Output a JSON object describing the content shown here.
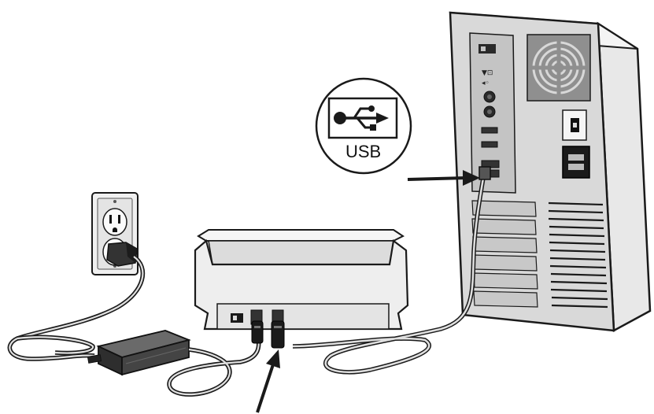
{
  "figure": {
    "usb_callout": {
      "label": "USB",
      "icon": "usb-trident-icon"
    },
    "components": {
      "wall_outlet": "wall-outlet",
      "power_adapter": "power-adapter",
      "scanner": "scanner",
      "computer": "computer-tower"
    },
    "arrows": [
      "arrow-to-usb-port",
      "arrow-to-scanner-usb-port"
    ],
    "colors": {
      "outline": "#1a1a1a",
      "tower_side": "#e6e6e6",
      "tower_back": "#d6d6d6",
      "panel": "#c2c2c2",
      "adapter": "#4a4a4a",
      "scanner_body": "#efefef"
    }
  }
}
